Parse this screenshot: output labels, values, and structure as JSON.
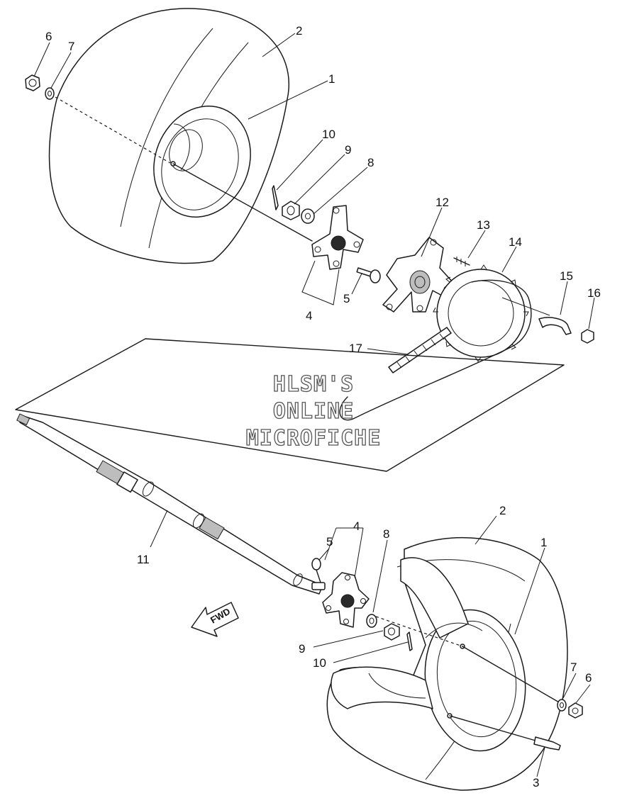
{
  "watermark": {
    "line1": "HLSM'S",
    "line2": "ONLINE",
    "line3": "MICROFICHE"
  },
  "direction_arrow": {
    "label": "FWD"
  },
  "callouts": {
    "c1_top": "1",
    "c2_top": "2",
    "c6_top": "6",
    "c7_top": "7",
    "c10_top": "10",
    "c9_top": "9",
    "c8_top": "8",
    "c12": "12",
    "c13": "13",
    "c14": "14",
    "c15": "15",
    "c16": "16",
    "c4_top": "4",
    "c5_top": "5",
    "c17": "17",
    "c11": "11",
    "c2_bot": "2",
    "c1_bot": "1",
    "c4_bot": "4",
    "c5_bot": "5",
    "c8_bot": "8",
    "c9_bot": "9",
    "c10_bot": "10",
    "c7_bot": "7",
    "c6_bot": "6",
    "c3": "3"
  }
}
